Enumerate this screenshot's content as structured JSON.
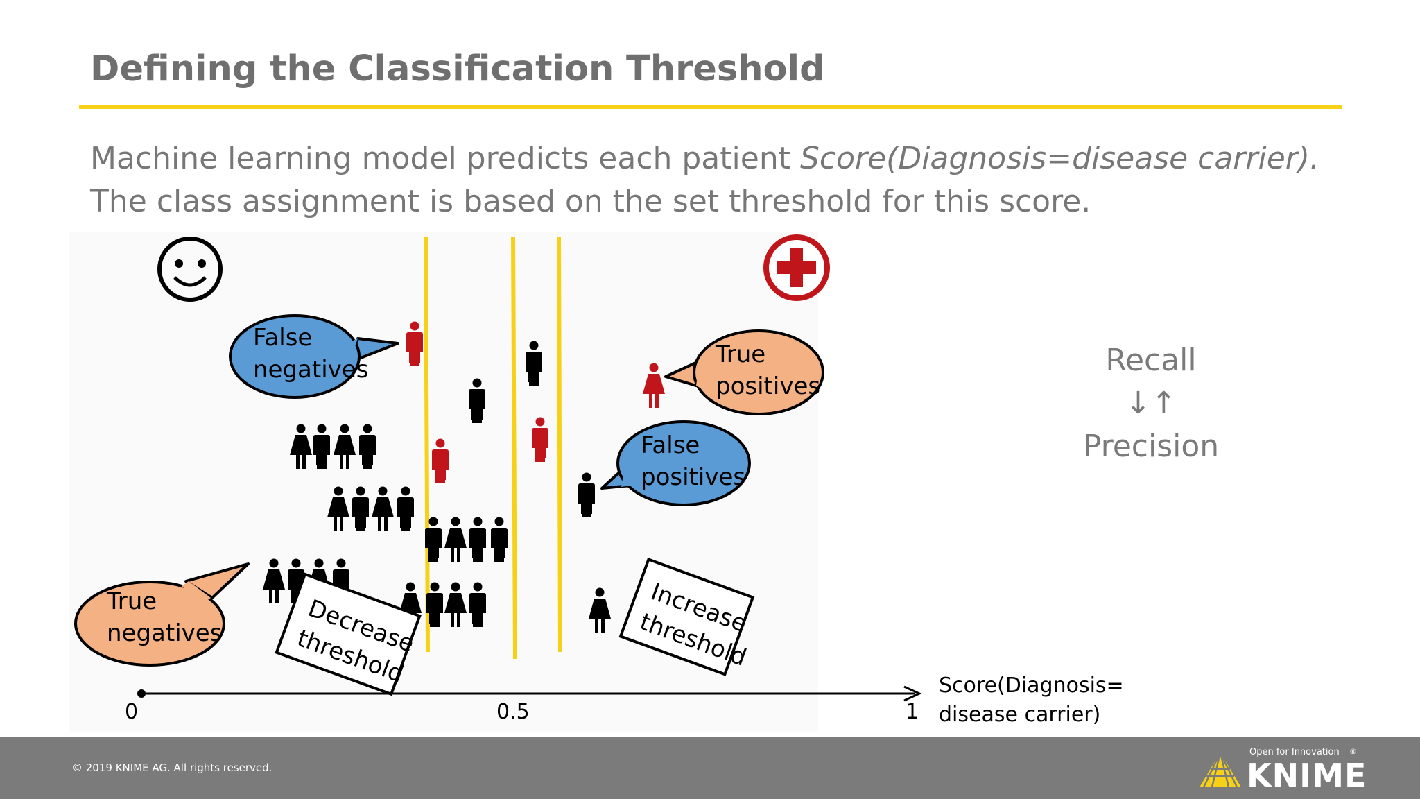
{
  "slide": {
    "title": "Defining the Classification Threshold",
    "subtitle_before": "Machine learning model predicts each patient ",
    "subtitle_italic": "Score(Diagnosis=disease carrier).",
    "subtitle_after": " The class assignment is based on the set threshold for this score."
  },
  "diagram": {
    "bubbles": {
      "false_negatives": [
        "False",
        "negatives"
      ],
      "true_positives": [
        "True",
        "positives"
      ],
      "false_positives": [
        "False",
        "positives"
      ],
      "true_negatives": [
        "True",
        "negatives"
      ]
    },
    "boxes": {
      "decrease": [
        "Decrease",
        "threshold"
      ],
      "increase": [
        "Increase",
        "threshold"
      ]
    },
    "axis": {
      "tick_0": "0",
      "tick_mid": "0.5",
      "tick_1": "1",
      "label_line1": "Score(Diagnosis=",
      "label_line2": "disease carrier)"
    },
    "icons": {
      "healthy": "smiley-face-icon",
      "disease": "medical-cross-icon"
    },
    "colors": {
      "threshold": "#f7d117",
      "disease_person": "#c0161b",
      "healthy_person": "#000000",
      "negative_bubble": "#5b9bd5",
      "positive_bubble": "#f4b183"
    }
  },
  "tradeoff": {
    "top": "Recall",
    "arrows": "↓↑",
    "bottom": "Precision"
  },
  "footer": {
    "copyright": "© 2019 KNIME AG. All rights reserved.",
    "tagline": "Open for Innovation",
    "brand": "KNIME",
    "reg": "®"
  }
}
